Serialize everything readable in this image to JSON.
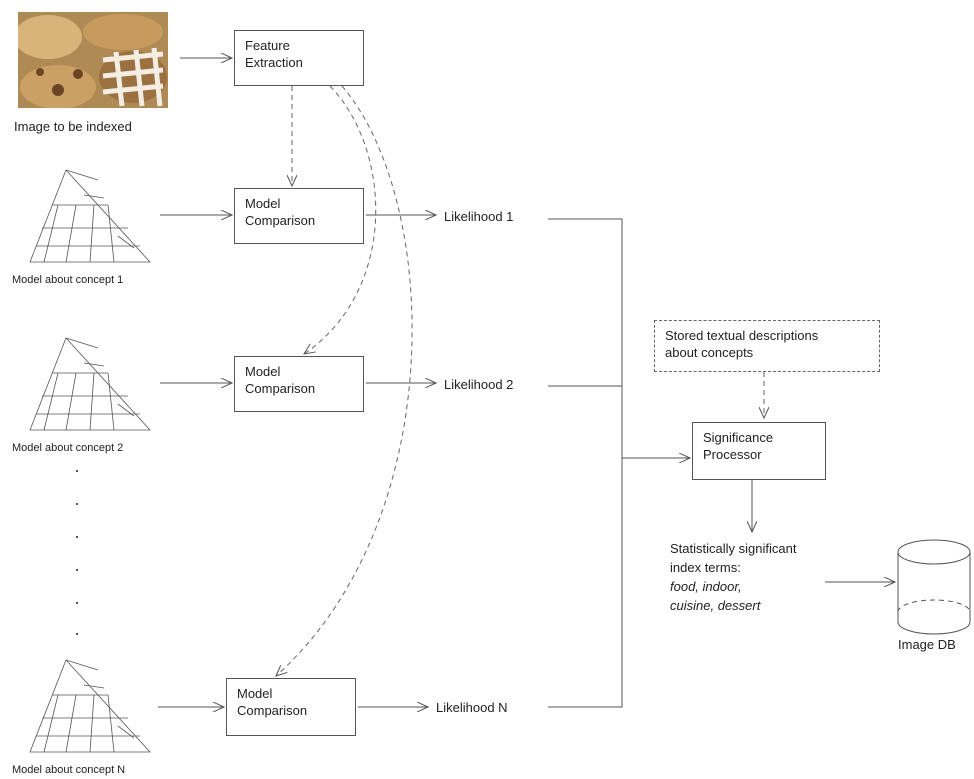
{
  "image_caption": "Image to be indexed",
  "feature_extraction": [
    "Feature",
    "Extraction"
  ],
  "model_comparison": [
    "Model",
    "Comparison"
  ],
  "models": [
    {
      "caption": "Model about concept 1",
      "likelihood": "Likelihood 1"
    },
    {
      "caption": "Model about concept 2",
      "likelihood": "Likelihood 2"
    },
    {
      "caption": "Model about concept N",
      "likelihood": "Likelihood N"
    }
  ],
  "stored_descriptions": [
    "Stored textual descriptions",
    "about concepts"
  ],
  "significance_processor": [
    "Significance",
    "Processor"
  ],
  "output": {
    "line1": "Statistically significant",
    "line2": "index terms:",
    "line3": "food, indoor,",
    "line4": "cuisine, dessert"
  },
  "db_label": "Image DB"
}
